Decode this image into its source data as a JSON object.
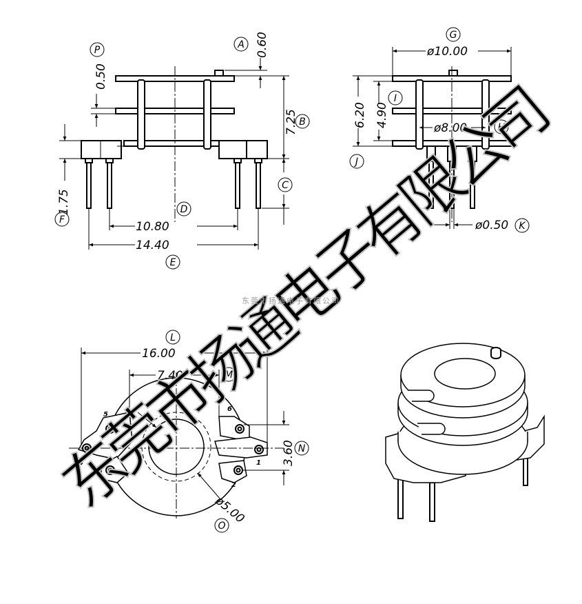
{
  "watermark": {
    "caption": "东莞市扬通电子有限公司",
    "chars": [
      "东",
      "莞",
      "市",
      "扬",
      "通",
      "电",
      "子",
      "有",
      "限",
      "公",
      "司"
    ]
  },
  "front_view": {
    "dims": {
      "A": "0.60",
      "P": "0.50",
      "B": "7.25",
      "C": "",
      "F": "1.75",
      "D": "10.80",
      "E": "14.40"
    },
    "labels": [
      "A",
      "P",
      "B",
      "C",
      "F",
      "D",
      "E"
    ]
  },
  "side_view": {
    "dims": {
      "G": "ø10.00",
      "I": "4.90",
      "J": "6.20",
      "H": "ø8.00",
      "K": "ø0.50"
    },
    "labels": [
      "G",
      "I",
      "J",
      "H",
      "K"
    ]
  },
  "bottom_view": {
    "dims": {
      "L": "16.00",
      "M": "7.40",
      "N": "3.60",
      "O": "ø5.00"
    },
    "labels": [
      "L",
      "M",
      "N",
      "O"
    ],
    "pins": [
      "1",
      "2",
      "3",
      "4",
      "5",
      "6"
    ]
  }
}
